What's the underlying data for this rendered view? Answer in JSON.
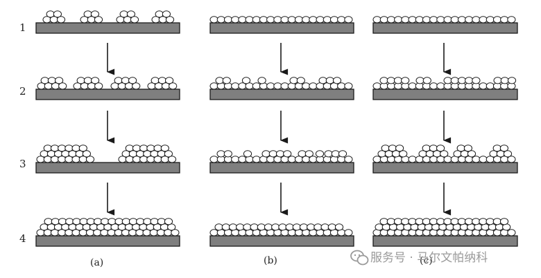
{
  "rows": [
    {
      "label": "1"
    },
    {
      "label": "2"
    },
    {
      "label": "3"
    },
    {
      "label": "4"
    }
  ],
  "columns": [
    {
      "label": "(a)"
    },
    {
      "label": "(b)"
    },
    {
      "label": "(c)"
    }
  ],
  "watermark": {
    "text": "服务号 · 马尔文帕纳科",
    "icon": "wechat-icon"
  },
  "colors": {
    "substrate_fill": "#7f7f7f",
    "outline": "#1a1a1a",
    "particle_fill": "#ffffff",
    "watermark": "#9a9a9a"
  }
}
